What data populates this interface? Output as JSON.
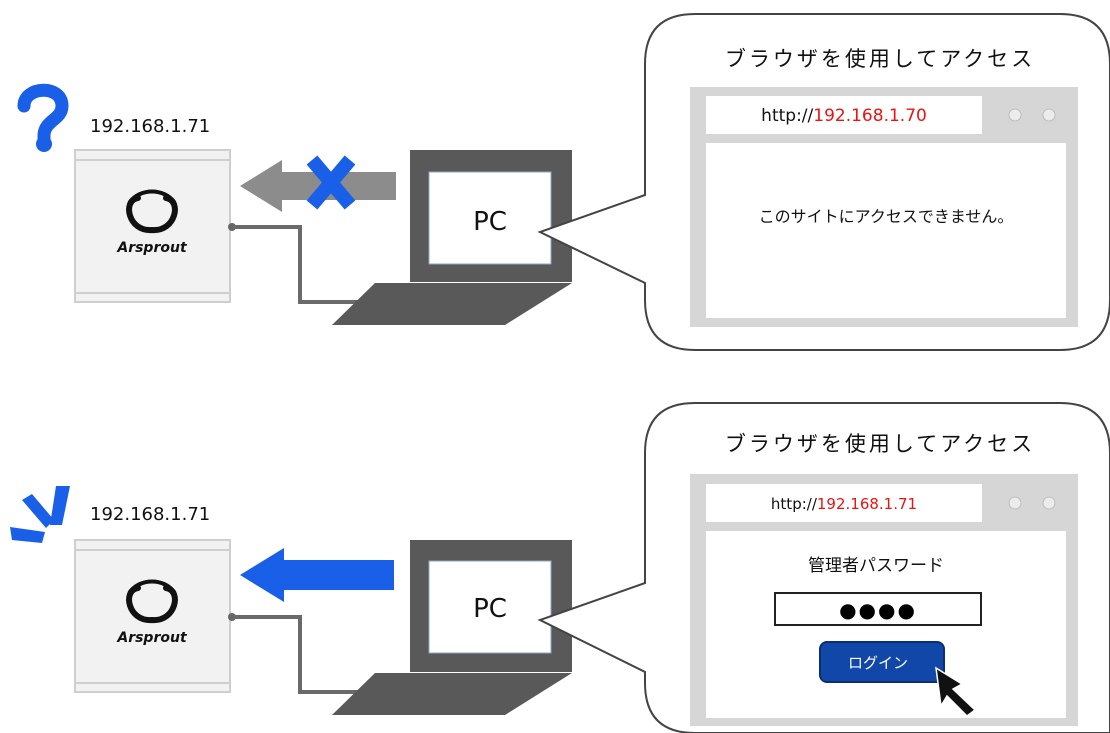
{
  "colors": {
    "accent_blue": "#1a5fe8",
    "url_red": "#ee1111",
    "laptop_gray": "#5a5a5a",
    "device_fill": "#f1f1f1",
    "browser_frame": "#d3d3d3",
    "login_button": "#1147a8"
  },
  "scene_failed": {
    "device_ip": "192.168.1.71",
    "device_logo": "Arsprout",
    "status_icon": "question-mark-icon",
    "arrow_state": "blocked",
    "pc_label": "PC",
    "bubble_title": "ブラウザを使用してアクセス",
    "url_prefix": "http://",
    "url_ip": "192.168.1.70",
    "message": "このサイトにアクセスできません。"
  },
  "scene_success": {
    "device_ip": "192.168.1.71",
    "device_logo": "Arsprout",
    "status_icon": "sparkle-lines-icon",
    "arrow_state": "connected",
    "pc_label": "PC",
    "bubble_title": "ブラウザを使用してアクセス",
    "url_prefix": "http://",
    "url_ip": "192.168.1.71",
    "password_label": "管理者パスワード",
    "password_value": "●●●●",
    "login_label": "ログイン"
  }
}
